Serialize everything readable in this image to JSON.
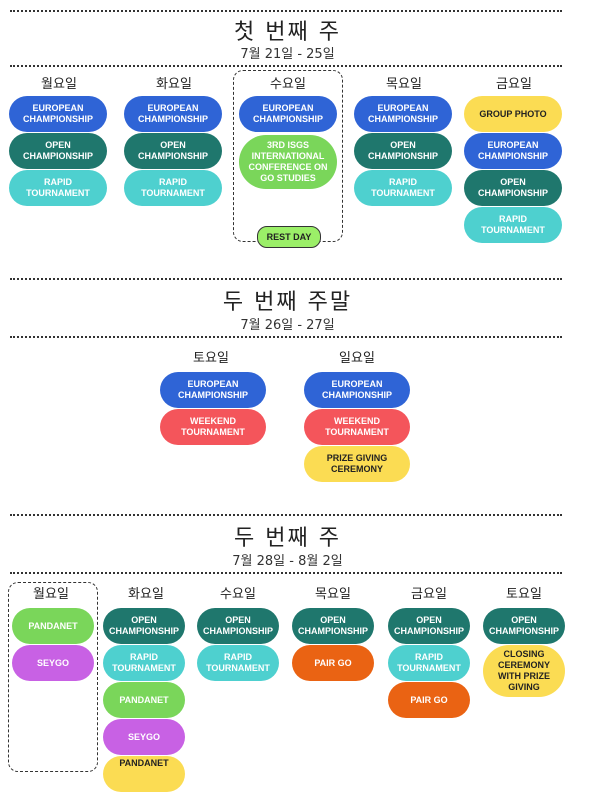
{
  "week1": {
    "title": "첫 번째 주",
    "dates": "7월 21일 - 25일",
    "days": [
      "월요일",
      "화요일",
      "수요일",
      "목요일",
      "금요일"
    ],
    "rest_day": "REST DAY"
  },
  "weekend": {
    "title": "두 번째 주말",
    "dates": "7월 26일 - 27일",
    "days": [
      "토요일",
      "일요일"
    ]
  },
  "week2": {
    "title": "두 번째 주",
    "dates": "7월 28일 - 8월 2일",
    "days": [
      "월요일",
      "화요일",
      "수요일",
      "목요일",
      "금요일",
      "토요일"
    ]
  },
  "events": {
    "european": "EUROPEAN CHAMPIONSHIP",
    "open": "OPEN CHAMPIONSHIP",
    "rapid": "RAPID TOURNAMENT",
    "isgs": "3RD ISGS INTERNATIONAL CONFERENCE ON GO STUDIES",
    "group_photo": "GROUP PHOTO",
    "weekend_tournament": "WEEKEND TOURNAMENT",
    "prize_giving": "PRIZE GIVING CEREMONY",
    "pandanet": "PANDANET",
    "seygo": "SEYGO",
    "pair_go": "PAIR GO",
    "closing": "CLOSING CEREMONY WITH PRIZE GIVING"
  },
  "colors": {
    "european": "#2f64d6",
    "open": "#1f776d",
    "rapid": "#4ed0cf",
    "isgs": "#7ad65a",
    "group_photo": "#fbdc53",
    "weekend_tournament": "#f4555b",
    "pandanet": "#7ad65a",
    "seygo": "#c861e4",
    "pair_go": "#ea6313",
    "rest_day": "#9bef68"
  }
}
